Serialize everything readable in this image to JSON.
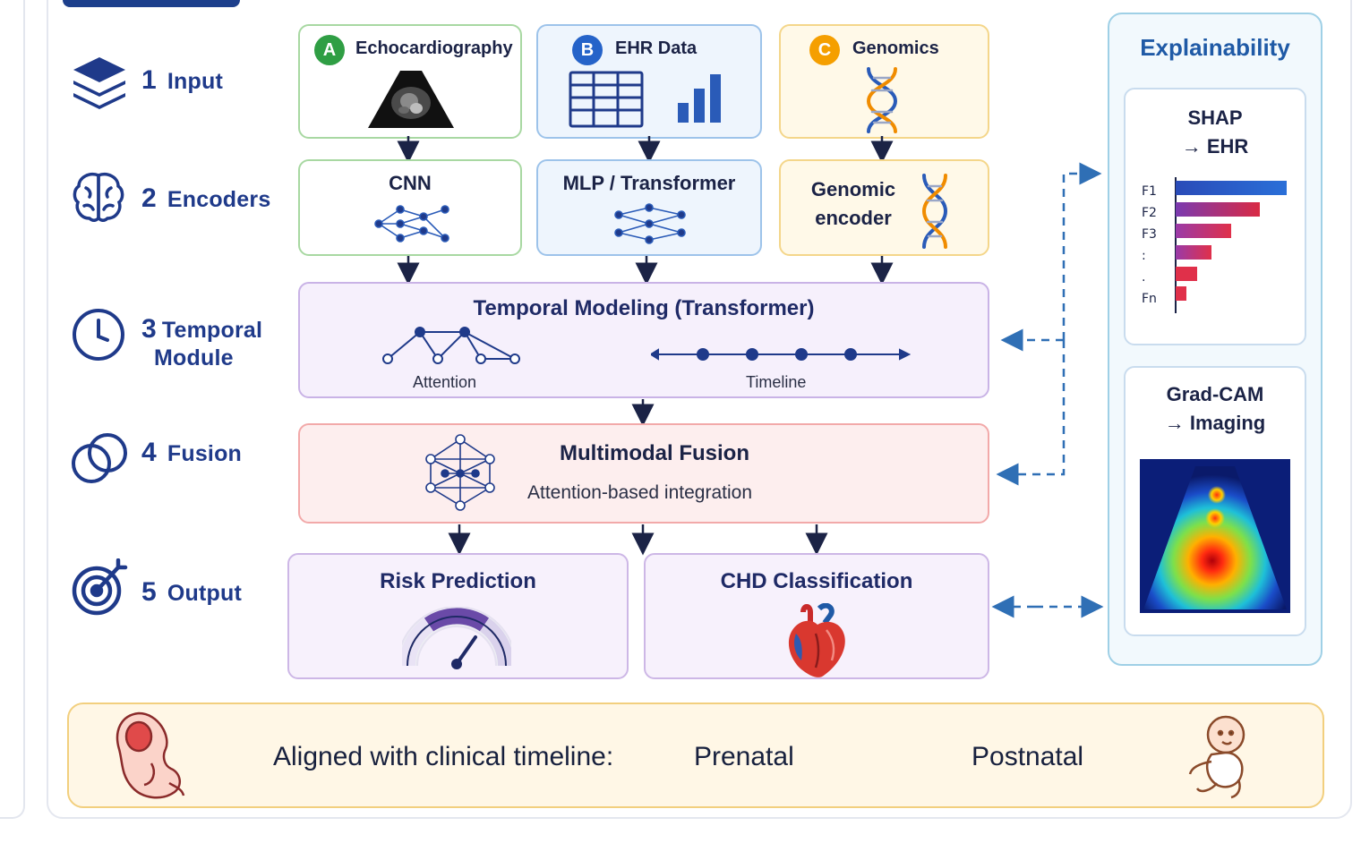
{
  "stages": [
    {
      "num": "1",
      "label": "Input",
      "icon": "layers-icon"
    },
    {
      "num": "2",
      "label": "Encoders",
      "icon": "brain-icon"
    },
    {
      "num": "3",
      "label": "Temporal",
      "label2": "Module",
      "icon": "clock-icon"
    },
    {
      "num": "4",
      "label": "Fusion",
      "icon": "rings-icon"
    },
    {
      "num": "5",
      "label": "Output",
      "icon": "target-icon"
    }
  ],
  "inputs": [
    {
      "badge": "A",
      "label": "Echocardiography",
      "color": "#2f9e44"
    },
    {
      "badge": "B",
      "label": "EHR Data",
      "color": "#2563c9"
    },
    {
      "badge": "C",
      "label": "Genomics",
      "color": "#f08c00"
    }
  ],
  "encoders": {
    "cnn": "CNN",
    "mlp": "MLP / Transformer",
    "genomic_line1": "Genomic",
    "genomic_line2": "encoder"
  },
  "temporal": {
    "title": "Temporal Modeling (Transformer)",
    "attention": "Attention",
    "timeline": "Timeline"
  },
  "fusion": {
    "title": "Multimodal Fusion",
    "subtitle": "Attention-based integration"
  },
  "outputs": {
    "risk": "Risk Prediction",
    "chd": "CHD Classification"
  },
  "explainability": {
    "title": "Explainability",
    "shap_line1": "SHAP",
    "shap_line2": "→ EHR",
    "shap_features": [
      "F1",
      "F2",
      "F3",
      ":",
      ".",
      "Fn"
    ],
    "gradcam_line1": "Grad-CAM",
    "gradcam_line2": "→ Imaging"
  },
  "timeline_bar": {
    "label": "Aligned with clinical timeline:",
    "start": "Prenatal",
    "end": "Postnatal"
  },
  "colors": {
    "accent": "#1f3a8a",
    "dashed_link": "#2f6fb5"
  }
}
